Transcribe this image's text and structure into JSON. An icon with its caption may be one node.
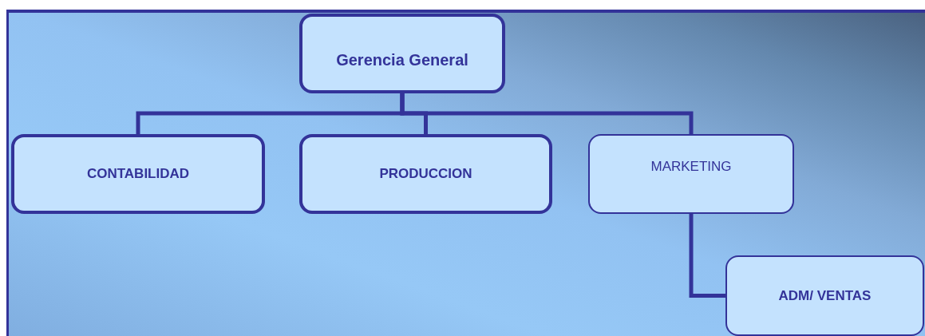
{
  "diagram": {
    "nodes": [
      {
        "text": [
          "Gerencia General"
        ]
      },
      {
        "text": [
          "CONTABILIDAD"
        ]
      },
      {
        "text": [
          "PRODUCCION"
        ]
      },
      {
        "text": [
          "MARKETING"
        ]
      },
      {
        "text": [
          "ADM/ VENTAS"
        ]
      }
    ],
    "edges": [
      {
        "from": 0,
        "to": 1,
        "arrow": "none"
      },
      {
        "from": 0,
        "to": 2,
        "arrow": "none"
      },
      {
        "from": 0,
        "to": 3,
        "arrow": "none"
      },
      {
        "from": 3,
        "to": 4,
        "arrow": "none"
      }
    ]
  }
}
